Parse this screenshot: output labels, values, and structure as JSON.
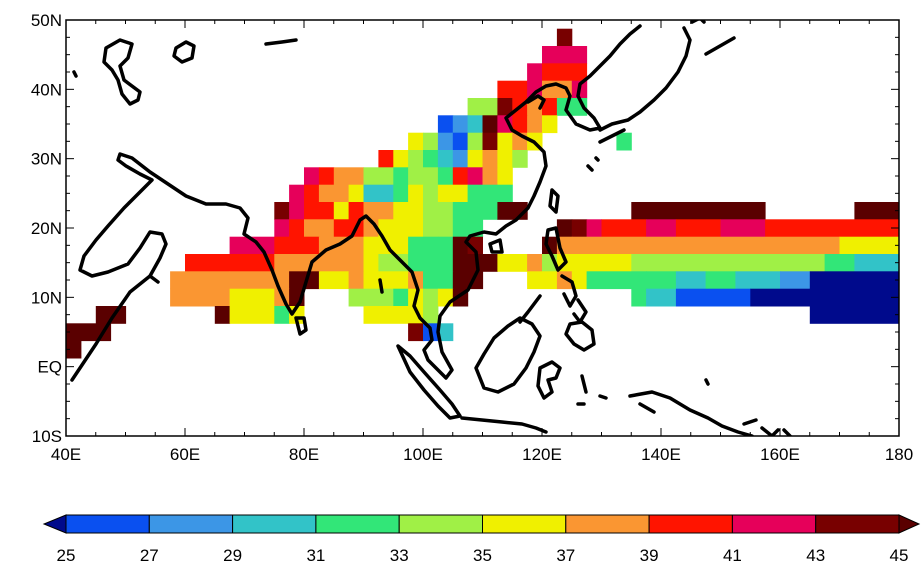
{
  "map": {
    "lat_labels": [
      {
        "lat": 50,
        "text": "50N"
      },
      {
        "lat": 40,
        "text": "40N"
      },
      {
        "lat": 30,
        "text": "30N"
      },
      {
        "lat": 20,
        "text": "20N"
      },
      {
        "lat": 10,
        "text": "10N"
      },
      {
        "lat": 0,
        "text": "EQ"
      },
      {
        "lat": -10,
        "text": "10S"
      }
    ],
    "lon_labels": [
      {
        "lon": 40,
        "text": "40E"
      },
      {
        "lon": 60,
        "text": "60E"
      },
      {
        "lon": 80,
        "text": "80E"
      },
      {
        "lon": 100,
        "text": "100E"
      },
      {
        "lon": 120,
        "text": "120E"
      },
      {
        "lon": 140,
        "text": "140E"
      },
      {
        "lon": 160,
        "text": "160E"
      },
      {
        "lon": 180,
        "text": "180"
      }
    ],
    "lon_range": [
      40,
      180
    ],
    "lat_range": [
      -10,
      50
    ]
  },
  "colorbar": {
    "levels": [
      "25",
      "27",
      "29",
      "31",
      "33",
      "35",
      "37",
      "39",
      "41",
      "43",
      "45"
    ],
    "colors": [
      "#000a8c",
      "#0a50f0",
      "#3c96e6",
      "#32c3c8",
      "#32e678",
      "#a0f046",
      "#f0f000",
      "#fa9632",
      "#ff1400",
      "#e6005a",
      "#780000",
      "#5a0000"
    ]
  },
  "chart_data": {
    "type": "heatmap",
    "cell_size_deg": [
      2.5,
      2.5
    ],
    "bin_edges": [
      25,
      27,
      29,
      31,
      33,
      35,
      37,
      39,
      41,
      43,
      45
    ],
    "note_units": "",
    "rows": [
      {
        "lat": 47.5,
        "runs": [
          [
            122.5,
            125,
            10
          ]
        ]
      },
      {
        "lat": 45,
        "runs": [
          [
            120,
            127.5,
            9
          ]
        ]
      },
      {
        "lat": 42.5,
        "runs": [
          [
            117.5,
            120,
            9
          ],
          [
            120,
            127.5,
            8
          ]
        ]
      },
      {
        "lat": 40,
        "runs": [
          [
            112.5,
            117.5,
            8
          ],
          [
            117.5,
            120,
            9
          ],
          [
            120,
            125,
            7
          ],
          [
            125,
            127.5,
            9
          ]
        ]
      },
      {
        "lat": 37.5,
        "runs": [
          [
            107.5,
            112.5,
            5
          ],
          [
            112.5,
            115,
            10
          ],
          [
            115,
            117.5,
            8
          ],
          [
            117.5,
            120,
            7
          ],
          [
            120,
            122.5,
            8
          ],
          [
            122.5,
            127.5,
            4
          ]
        ]
      },
      {
        "lat": 35,
        "runs": [
          [
            102.5,
            105,
            1
          ],
          [
            105,
            107.5,
            2
          ],
          [
            107.5,
            110,
            3
          ],
          [
            110,
            112.5,
            11
          ],
          [
            112.5,
            115,
            9
          ],
          [
            115,
            117.5,
            8
          ],
          [
            117.5,
            120,
            7
          ],
          [
            120,
            122.5,
            6
          ]
        ]
      },
      {
        "lat": 32.5,
        "runs": [
          [
            97.5,
            100,
            6
          ],
          [
            100,
            102.5,
            5
          ],
          [
            102.5,
            105,
            2
          ],
          [
            105,
            107.5,
            1
          ],
          [
            107.5,
            110,
            5
          ],
          [
            110,
            112.5,
            10
          ],
          [
            112.5,
            115,
            6
          ],
          [
            115,
            117.5,
            7
          ],
          [
            117.5,
            120,
            6
          ],
          [
            132.5,
            135,
            4
          ]
        ]
      },
      {
        "lat": 30,
        "runs": [
          [
            92.5,
            95,
            8
          ],
          [
            95,
            97.5,
            6
          ],
          [
            97.5,
            100,
            5
          ],
          [
            100,
            102.5,
            4
          ],
          [
            102.5,
            105,
            3
          ],
          [
            105,
            107.5,
            2
          ],
          [
            107.5,
            110,
            6
          ],
          [
            110,
            112.5,
            7
          ],
          [
            112.5,
            115,
            6
          ],
          [
            115,
            117.5,
            5
          ]
        ]
      },
      {
        "lat": 27.5,
        "runs": [
          [
            80,
            82.5,
            9
          ],
          [
            82.5,
            85,
            8
          ],
          [
            85,
            90,
            7
          ],
          [
            90,
            95,
            5
          ],
          [
            95,
            97.5,
            4
          ],
          [
            97.5,
            102.5,
            5
          ],
          [
            102.5,
            105,
            4
          ],
          [
            105,
            107.5,
            8
          ],
          [
            107.5,
            110,
            9
          ],
          [
            110,
            112.5,
            7
          ],
          [
            112.5,
            115,
            6
          ]
        ]
      },
      {
        "lat": 25,
        "runs": [
          [
            77.5,
            80,
            9
          ],
          [
            80,
            82.5,
            8
          ],
          [
            82.5,
            87.5,
            7
          ],
          [
            87.5,
            90,
            6
          ],
          [
            90,
            95,
            3
          ],
          [
            95,
            97.5,
            4
          ],
          [
            97.5,
            100,
            6
          ],
          [
            100,
            102.5,
            5
          ],
          [
            102.5,
            107.5,
            6
          ],
          [
            107.5,
            112.5,
            4
          ],
          [
            112.5,
            115,
            4
          ]
        ]
      },
      {
        "lat": 22.5,
        "runs": [
          [
            75,
            77.5,
            10
          ],
          [
            77.5,
            80,
            9
          ],
          [
            80,
            85,
            8
          ],
          [
            85,
            87.5,
            6
          ],
          [
            87.5,
            90,
            8
          ],
          [
            90,
            95,
            7
          ],
          [
            95,
            100,
            6
          ],
          [
            100,
            105,
            5
          ],
          [
            105,
            107.5,
            4
          ],
          [
            107.5,
            112.5,
            4
          ],
          [
            112.5,
            115,
            11
          ],
          [
            115,
            117.5,
            11
          ],
          [
            135,
            147.5,
            11
          ],
          [
            147.5,
            157.5,
            11
          ],
          [
            172.5,
            180,
            11
          ]
        ]
      },
      {
        "lat": 20,
        "runs": [
          [
            75,
            77.5,
            9
          ],
          [
            77.5,
            80,
            8
          ],
          [
            80,
            85,
            7
          ],
          [
            85,
            90,
            8
          ],
          [
            90,
            92.5,
            7
          ],
          [
            92.5,
            100,
            6
          ],
          [
            100,
            105,
            5
          ],
          [
            105,
            110,
            4
          ],
          [
            122.5,
            125,
            11
          ],
          [
            125,
            127.5,
            10
          ],
          [
            127.5,
            130,
            9
          ],
          [
            130,
            137.5,
            8
          ],
          [
            137.5,
            142.5,
            9
          ],
          [
            142.5,
            150,
            8
          ],
          [
            150,
            157.5,
            9
          ],
          [
            157.5,
            180,
            8
          ]
        ]
      },
      {
        "lat": 17.5,
        "runs": [
          [
            67.5,
            75,
            9
          ],
          [
            75,
            77.5,
            8
          ],
          [
            77.5,
            82.5,
            8
          ],
          [
            82.5,
            87.5,
            7
          ],
          [
            87.5,
            90,
            7
          ],
          [
            90,
            97.5,
            6
          ],
          [
            97.5,
            102.5,
            4
          ],
          [
            102.5,
            105,
            4
          ],
          [
            105,
            107.5,
            11
          ],
          [
            107.5,
            110,
            10
          ],
          [
            120,
            122.5,
            11
          ],
          [
            122.5,
            125,
            7
          ],
          [
            125,
            170,
            7
          ],
          [
            170,
            180,
            6
          ]
        ]
      },
      {
        "lat": 15,
        "runs": [
          [
            60,
            75,
            8
          ],
          [
            75,
            80,
            7
          ],
          [
            80,
            85,
            7
          ],
          [
            85,
            90,
            7
          ],
          [
            90,
            92.5,
            6
          ],
          [
            92.5,
            97.5,
            5
          ],
          [
            97.5,
            102.5,
            4
          ],
          [
            102.5,
            105,
            4
          ],
          [
            105,
            112.5,
            11
          ],
          [
            112.5,
            117.5,
            6
          ],
          [
            117.5,
            120,
            7
          ],
          [
            120,
            122.5,
            5
          ],
          [
            122.5,
            135,
            6
          ],
          [
            135,
            165,
            5
          ],
          [
            165,
            167.5,
            5
          ],
          [
            167.5,
            172.5,
            4
          ],
          [
            172.5,
            175,
            3
          ],
          [
            175,
            180,
            3
          ]
        ]
      },
      {
        "lat": 12.5,
        "runs": [
          [
            57.5,
            67.5,
            7
          ],
          [
            67.5,
            75,
            7
          ],
          [
            75,
            77.5,
            7
          ],
          [
            77.5,
            80,
            11
          ],
          [
            80,
            82.5,
            11
          ],
          [
            82.5,
            87.5,
            6
          ],
          [
            87.5,
            90,
            7
          ],
          [
            90,
            97.5,
            6
          ],
          [
            97.5,
            100,
            7
          ],
          [
            100,
            105,
            4
          ],
          [
            105,
            110,
            11
          ],
          [
            117.5,
            122.5,
            6
          ],
          [
            122.5,
            125,
            7
          ],
          [
            125,
            127.5,
            6
          ],
          [
            127.5,
            137.5,
            4
          ],
          [
            137.5,
            142.5,
            4
          ],
          [
            142.5,
            147.5,
            3
          ],
          [
            147.5,
            152.5,
            4
          ],
          [
            152.5,
            160,
            3
          ],
          [
            160,
            165,
            2
          ],
          [
            165,
            180,
            0
          ]
        ]
      },
      {
        "lat": 10,
        "runs": [
          [
            57.5,
            67.5,
            7
          ],
          [
            67.5,
            75,
            6
          ],
          [
            75,
            77.5,
            7
          ],
          [
            77.5,
            80,
            11
          ],
          [
            87.5,
            95,
            5
          ],
          [
            95,
            97.5,
            4
          ],
          [
            97.5,
            100,
            6
          ],
          [
            100,
            102.5,
            5
          ],
          [
            102.5,
            105,
            6
          ],
          [
            105,
            107.5,
            11
          ],
          [
            135,
            137.5,
            4
          ],
          [
            137.5,
            142.5,
            3
          ],
          [
            142.5,
            155,
            1
          ],
          [
            155,
            165,
            0
          ],
          [
            165,
            180,
            0
          ]
        ]
      },
      {
        "lat": 7.5,
        "runs": [
          [
            45,
            50,
            11
          ],
          [
            65,
            67.5,
            11
          ],
          [
            67.5,
            75,
            6
          ],
          [
            75,
            77.5,
            4
          ],
          [
            77.5,
            80,
            6
          ],
          [
            90,
            97.5,
            6
          ],
          [
            97.5,
            100,
            6
          ],
          [
            100,
            102.5,
            5
          ],
          [
            165,
            180,
            0
          ]
        ]
      },
      {
        "lat": 5,
        "runs": [
          [
            40,
            47.5,
            11
          ],
          [
            97.5,
            100,
            10
          ],
          [
            100,
            102.5,
            1
          ],
          [
            102.5,
            105,
            3
          ]
        ]
      },
      {
        "lat": 2.5,
        "runs": [
          [
            40,
            42.5,
            11
          ]
        ]
      }
    ]
  }
}
